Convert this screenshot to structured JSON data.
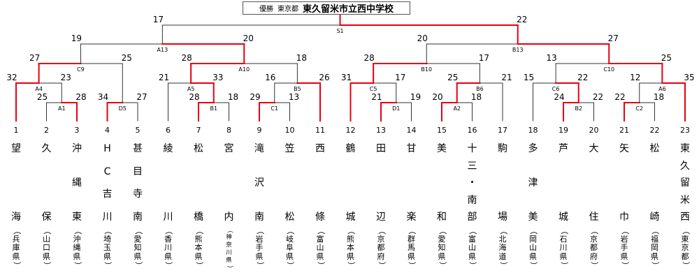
{
  "champion": {
    "prefix": "優勝",
    "region": "東京都",
    "school": "東久留米市立西中学校"
  },
  "teams": [
    {
      "num": "1",
      "name": [
        "望",
        "海"
      ],
      "pref": "（兵庫県）"
    },
    {
      "num": "2",
      "name": [
        "久",
        "保"
      ],
      "pref": "（山口県）"
    },
    {
      "num": "3",
      "name": [
        "沖",
        "縄",
        "東"
      ],
      "pref": "（沖縄県）"
    },
    {
      "num": "4",
      "name": [
        "H",
        "C",
        "吉",
        "川"
      ],
      "pref": "（埼玉県）"
    },
    {
      "num": "5",
      "name": [
        "甚",
        "目",
        "寺",
        "南"
      ],
      "pref": "（愛知県）"
    },
    {
      "num": "6",
      "name": [
        "綾",
        "川"
      ],
      "pref": "（香川県）"
    },
    {
      "num": "7",
      "name": [
        "松",
        "橋"
      ],
      "pref": "（熊本県）"
    },
    {
      "num": "8",
      "name": [
        "宮",
        "内"
      ],
      "pref": "（神奈川県）"
    },
    {
      "num": "9",
      "name": [
        "滝",
        "沢",
        "南"
      ],
      "pref": "（岩手県）"
    },
    {
      "num": "10",
      "name": [
        "笠",
        "松"
      ],
      "pref": "（岐阜県）"
    },
    {
      "num": "11",
      "name": [
        "西",
        "條"
      ],
      "pref": "（富山県）"
    },
    {
      "num": "12",
      "name": [
        "鶴",
        "城"
      ],
      "pref": "（熊本県）"
    },
    {
      "num": "13",
      "name": [
        "田",
        "辺"
      ],
      "pref": "（京都府）"
    },
    {
      "num": "14",
      "name": [
        "甘",
        "楽"
      ],
      "pref": "（群馬県）"
    },
    {
      "num": "15",
      "name": [
        "美",
        "和"
      ],
      "pref": "（愛知県）"
    },
    {
      "num": "16",
      "name": [
        "十",
        "三",
        "・",
        "南",
        "部"
      ],
      "pref": "（富山県）"
    },
    {
      "num": "17",
      "name": [
        "駒",
        "場"
      ],
      "pref": "（北海道）"
    },
    {
      "num": "18",
      "name": [
        "多",
        "津",
        "美"
      ],
      "pref": "（岡山県）"
    },
    {
      "num": "19",
      "name": [
        "芦",
        "城"
      ],
      "pref": "（石川県）"
    },
    {
      "num": "20",
      "name": [
        "大",
        "住"
      ],
      "pref": "（京都府）"
    },
    {
      "num": "21",
      "name": [
        "矢",
        "巾"
      ],
      "pref": "（岩手県）"
    },
    {
      "num": "22",
      "name": [
        "松",
        "崎"
      ],
      "pref": "（福岡県）"
    },
    {
      "num": "23",
      "name": [
        "東",
        "久",
        "留",
        "米",
        "西"
      ],
      "pref": "（東京都）"
    }
  ],
  "matches": [
    {
      "id": "A1",
      "l": "t2",
      "r": "t3",
      "ls": "25",
      "rs": "28",
      "w": "r"
    },
    {
      "id": "A4",
      "l": "t1",
      "r": "A1",
      "ls": "32",
      "rs": "23",
      "w": "l"
    },
    {
      "id": "D5",
      "l": "t4",
      "r": "t5",
      "ls": "34",
      "rs": "27",
      "w": "l"
    },
    {
      "id": "C9",
      "l": "A4",
      "r": "D5",
      "ls": "27",
      "rs": "25",
      "w": "l"
    },
    {
      "id": "B1",
      "l": "t7",
      "r": "t8",
      "ls": "28",
      "rs": "18",
      "w": "l"
    },
    {
      "id": "A5",
      "l": "t6",
      "r": "B1",
      "ls": "21",
      "rs": "33",
      "w": "r"
    },
    {
      "id": "C1",
      "l": "t9",
      "r": "t10",
      "ls": "29",
      "rs": "13",
      "w": "l"
    },
    {
      "id": "B5",
      "l": "C1",
      "r": "t11",
      "ls": "16",
      "rs": "26",
      "w": "r"
    },
    {
      "id": "A10",
      "l": "A5",
      "r": "B5",
      "ls": "28",
      "rs": "18",
      "w": "l"
    },
    {
      "id": "A13",
      "l": "C9",
      "r": "A10",
      "ls": "19",
      "rs": "20",
      "w": "r"
    },
    {
      "id": "D1",
      "l": "t13",
      "r": "t14",
      "ls": "21",
      "rs": "19",
      "w": "l"
    },
    {
      "id": "C5",
      "l": "t12",
      "r": "D1",
      "ls": "31",
      "rs": "17",
      "w": "l"
    },
    {
      "id": "A2",
      "l": "t15",
      "r": "t16",
      "ls": "20",
      "rs": "18",
      "w": "l"
    },
    {
      "id": "B6",
      "l": "A2",
      "r": "t17",
      "ls": "25",
      "rs": "21",
      "w": "l"
    },
    {
      "id": "B10",
      "l": "C5",
      "r": "B6",
      "ls": "28",
      "rs": "17",
      "w": "l"
    },
    {
      "id": "B2",
      "l": "t19",
      "r": "t20",
      "ls": "24",
      "rs": "22",
      "w": "l"
    },
    {
      "id": "C6",
      "l": "t18",
      "r": "B2",
      "ls": "15",
      "rs": "22",
      "w": "r"
    },
    {
      "id": "C2",
      "l": "t21",
      "r": "t22",
      "ls": "22",
      "rs": "18",
      "w": "l"
    },
    {
      "id": "A6",
      "l": "C2",
      "r": "t23",
      "ls": "12",
      "rs": "35",
      "w": "r"
    },
    {
      "id": "C10",
      "l": "C6",
      "r": "A6",
      "ls": "13",
      "rs": "25",
      "w": "r"
    },
    {
      "id": "B13",
      "l": "B10",
      "r": "C10",
      "ls": "20",
      "rs": "27",
      "w": "r"
    },
    {
      "id": "S1",
      "l": "A13",
      "r": "B13",
      "ls": "17",
      "rs": "22",
      "w": "r"
    }
  ],
  "colors": {
    "winner_line": "#e60012",
    "loser_line": "#333333",
    "text": "#000000"
  }
}
